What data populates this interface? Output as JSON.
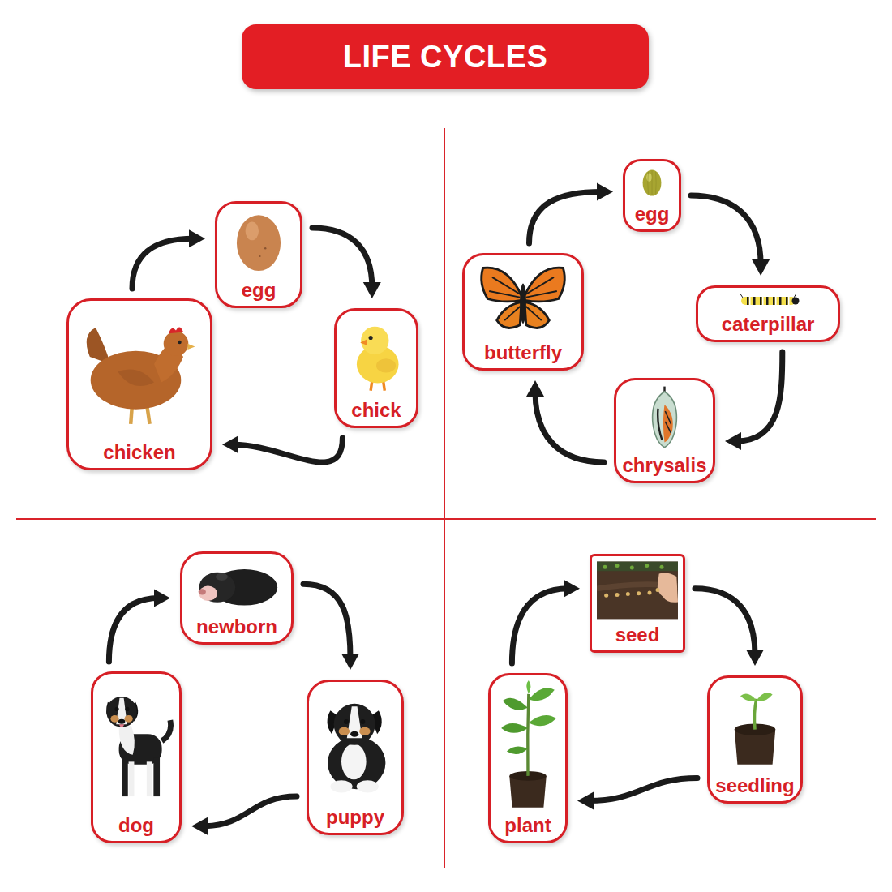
{
  "diagram": {
    "title": "LIFE CYCLES",
    "nodes": [
      {
        "text": [
          "egg"
        ]
      },
      {
        "text": [
          "chick"
        ]
      },
      {
        "text": [
          "chicken"
        ]
      },
      {
        "text": [
          "egg"
        ]
      },
      {
        "text": [
          "caterpillar"
        ]
      },
      {
        "text": [
          "chrysalis"
        ]
      },
      {
        "text": [
          "butterfly"
        ]
      },
      {
        "text": [
          "newborn"
        ]
      },
      {
        "text": [
          "puppy"
        ]
      },
      {
        "text": [
          "dog"
        ]
      },
      {
        "text": [
          "seed"
        ]
      },
      {
        "text": [
          "seedling"
        ]
      },
      {
        "text": [
          "plant"
        ]
      }
    ],
    "edges": [
      {
        "from": 0,
        "to": 1,
        "arrow": "to"
      },
      {
        "from": 1,
        "to": 2,
        "arrow": "to"
      },
      {
        "from": 2,
        "to": 0,
        "arrow": "to"
      },
      {
        "from": 3,
        "to": 4,
        "arrow": "to"
      },
      {
        "from": 4,
        "to": 5,
        "arrow": "to"
      },
      {
        "from": 5,
        "to": 6,
        "arrow": "to"
      },
      {
        "from": 6,
        "to": 3,
        "arrow": "to"
      },
      {
        "from": 7,
        "to": 8,
        "arrow": "to"
      },
      {
        "from": 8,
        "to": 9,
        "arrow": "to"
      },
      {
        "from": 9,
        "to": 7,
        "arrow": "to"
      },
      {
        "from": 10,
        "to": 11,
        "arrow": "to"
      },
      {
        "from": 11,
        "to": 12,
        "arrow": "to"
      },
      {
        "from": 12,
        "to": 10,
        "arrow": "to"
      }
    ]
  }
}
